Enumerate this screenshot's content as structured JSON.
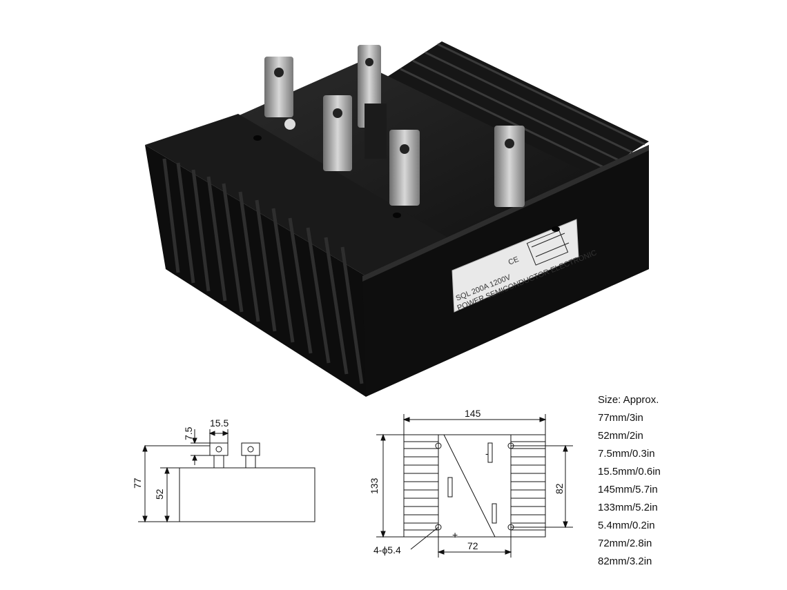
{
  "product": {
    "label_model": "SQL 200A 1200V",
    "label_maker": "POWER SEMICONDUCTOR ELECTRONIC",
    "label_mark": "CE"
  },
  "side_view": {
    "dim_7_5": "7.5",
    "dim_15_5": "15.5",
    "dim_77": "77",
    "dim_52": "52"
  },
  "top_view": {
    "dim_145": "145",
    "dim_133": "133",
    "dim_82": "82",
    "dim_72": "72",
    "dim_hole": "4-ϕ5.4",
    "mark_minus": "-",
    "mark_plus": "+"
  },
  "specs": {
    "title": "Size: Approx.",
    "lines": [
      "77mm/3in",
      "52mm/2in",
      "7.5mm/0.3in",
      "15.5mm/0.6in",
      "145mm/5.7in",
      "133mm/5.2in",
      "5.4mm/0.2in",
      "72mm/2.8in",
      "82mm/3.2in"
    ]
  }
}
